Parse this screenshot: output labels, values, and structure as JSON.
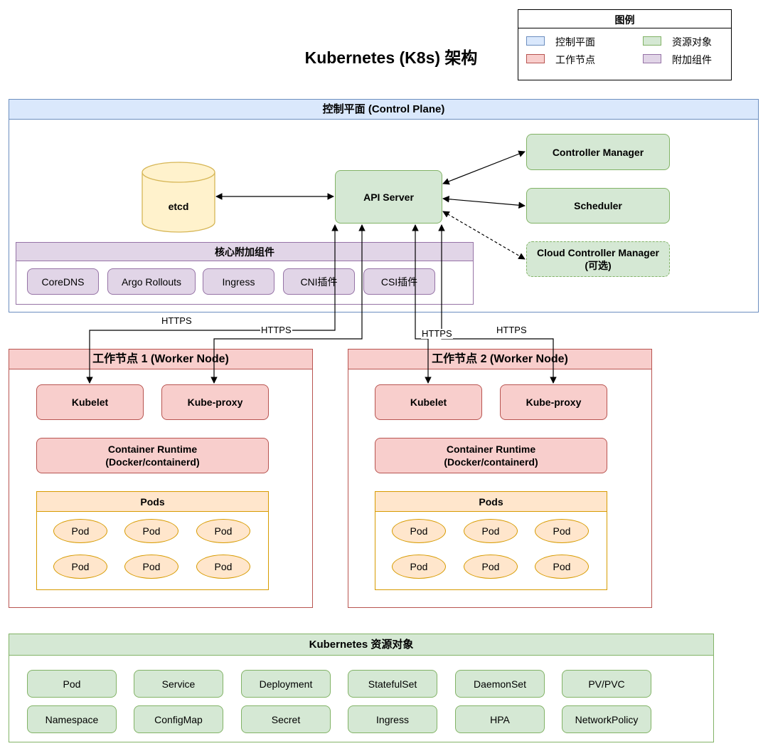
{
  "title": "Kubernetes (K8s) 架构",
  "legend": {
    "title": "图例",
    "items": [
      {
        "label": "控制平面",
        "color": "#dae8fc"
      },
      {
        "label": "资源对象",
        "color": "#d5e8d4"
      },
      {
        "label": "工作节点",
        "color": "#f8cecc"
      },
      {
        "label": "附加组件",
        "color": "#e1d5e7"
      }
    ]
  },
  "control_plane": {
    "title": "控制平面 (Control Plane)",
    "etcd": "etcd",
    "api_server": "API Server",
    "controller_manager": "Controller Manager",
    "scheduler": "Scheduler",
    "cloud_controller_manager": "Cloud Controller Manager",
    "cloud_controller_manager_note": "(可选)",
    "addons": {
      "title": "核心附加组件",
      "items": [
        "CoreDNS",
        "Argo Rollouts",
        "Ingress",
        "CNI插件",
        "CSI插件"
      ]
    }
  },
  "edge_labels": [
    "HTTPS",
    "HTTPS",
    "HTTPS",
    "HTTPS"
  ],
  "worker_nodes": [
    {
      "title": "工作节点 1 (Worker Node)",
      "kubelet": "Kubelet",
      "kube_proxy": "Kube-proxy",
      "runtime_line1": "Container Runtime",
      "runtime_line2": "(Docker/containerd)",
      "pods_title": "Pods",
      "pods": [
        "Pod",
        "Pod",
        "Pod",
        "Pod",
        "Pod",
        "Pod"
      ]
    },
    {
      "title": "工作节点 2 (Worker Node)",
      "kubelet": "Kubelet",
      "kube_proxy": "Kube-proxy",
      "runtime_line1": "Container Runtime",
      "runtime_line2": "(Docker/containerd)",
      "pods_title": "Pods",
      "pods": [
        "Pod",
        "Pod",
        "Pod",
        "Pod",
        "Pod",
        "Pod"
      ]
    }
  ],
  "resources": {
    "title": "Kubernetes 资源对象",
    "items": [
      "Pod",
      "Service",
      "Deployment",
      "StatefulSet",
      "DaemonSet",
      "PV/PVC",
      "Namespace",
      "ConfigMap",
      "Secret",
      "Ingress",
      "HPA",
      "NetworkPolicy"
    ]
  },
  "colors": {
    "control_plane": "#dae8fc",
    "worker_node": "#f8cecc",
    "resource": "#d5e8d4",
    "addon": "#e1d5e7",
    "pod": "#ffe6cc"
  }
}
